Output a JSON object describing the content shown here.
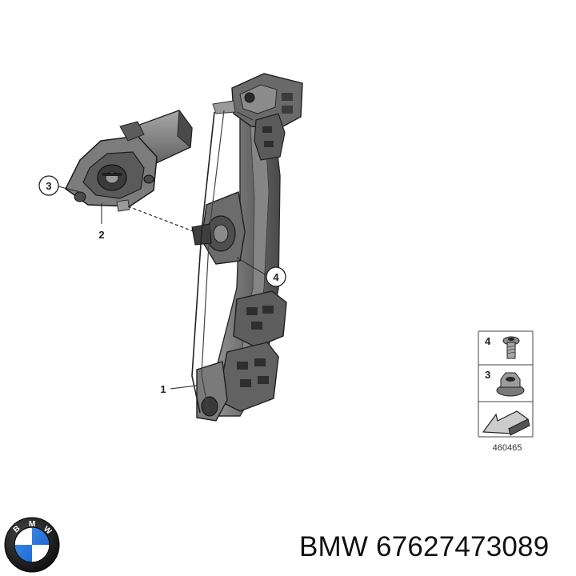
{
  "callouts": {
    "c1": "1",
    "c2": "2",
    "c3": "3",
    "c4": "4"
  },
  "legend": {
    "item_top_number": "4",
    "item_bottom_number": "3",
    "diagram_code": "460465"
  },
  "logo": {
    "letter_b1": "B",
    "letter_m": "M",
    "letter_w": "W",
    "blue": "#1c69d4"
  },
  "caption": {
    "text": "BMW 67627473089"
  }
}
